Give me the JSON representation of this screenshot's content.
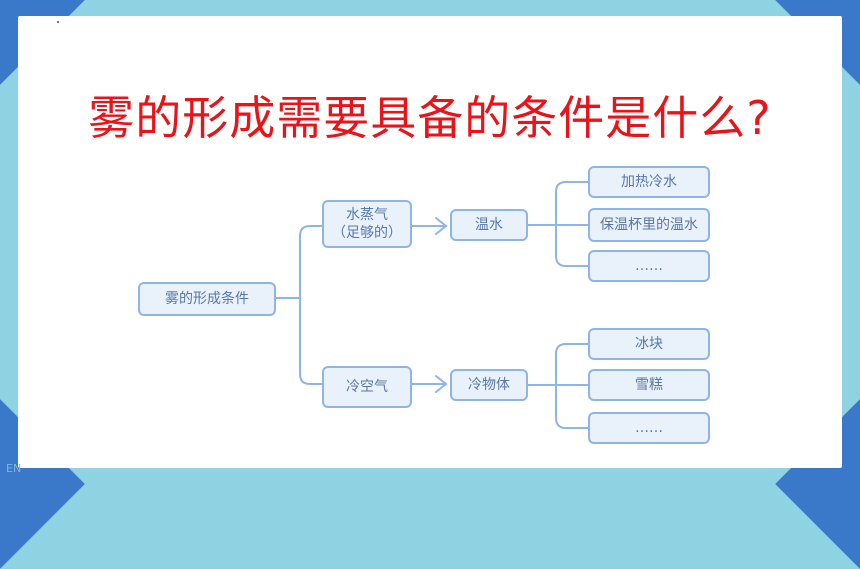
{
  "slide": {
    "title": "雾的形成需要具备的条件是什么?",
    "corner_label": "EN"
  },
  "diagram": {
    "root": "雾的形成条件",
    "branch_a": {
      "label": "水蒸气\n（足够的）",
      "child": "温水",
      "leaves": [
        "加热冷水",
        "保温杯里的温水",
        "……"
      ]
    },
    "branch_b": {
      "label": "冷空气",
      "child": "冷物体",
      "leaves": [
        "冰块",
        "雪糕",
        "……"
      ]
    }
  },
  "colors": {
    "title": "#e8141a",
    "node_border": "#8fb4e6",
    "node_fill": "#e9f1fb",
    "node_text": "#5878a8",
    "frame": "#8fd3e2",
    "corner": "#3a78c9"
  }
}
